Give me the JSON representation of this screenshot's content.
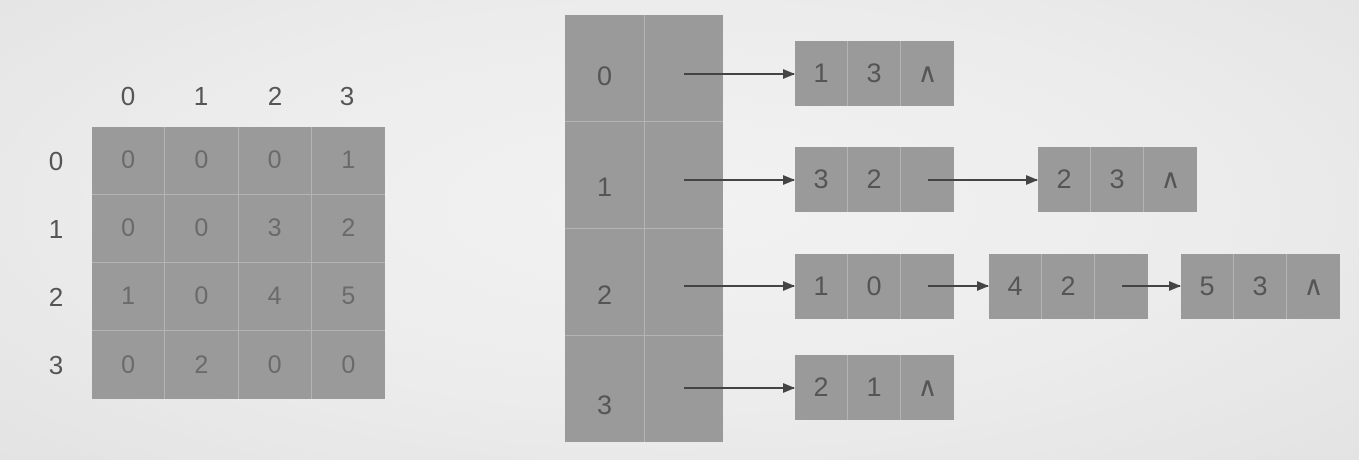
{
  "matrix": {
    "column_headers": [
      "0",
      "1",
      "2",
      "3"
    ],
    "row_headers": [
      "0",
      "1",
      "2",
      "3"
    ],
    "cells": [
      [
        "0",
        "0",
        "0",
        "1"
      ],
      [
        "0",
        "0",
        "3",
        "2"
      ],
      [
        "1",
        "0",
        "4",
        "5"
      ],
      [
        "0",
        "2",
        "0",
        "0"
      ]
    ]
  },
  "adjacency_list": {
    "heads": [
      "0",
      "1",
      "2",
      "3"
    ],
    "rows": [
      [
        {
          "vertex": "1",
          "weight": "3",
          "next": "∧"
        }
      ],
      [
        {
          "vertex": "3",
          "weight": "2",
          "next": ""
        },
        {
          "vertex": "2",
          "weight": "3",
          "next": "∧"
        }
      ],
      [
        {
          "vertex": "1",
          "weight": "0",
          "next": ""
        },
        {
          "vertex": "4",
          "weight": "2",
          "next": ""
        },
        {
          "vertex": "5",
          "weight": "3",
          "next": "∧"
        }
      ],
      [
        {
          "vertex": "2",
          "weight": "1",
          "next": "∧"
        }
      ]
    ]
  },
  "colors": {
    "cell_fill": "#9a9a9a",
    "grid_line": "#b4b4b4",
    "text": "#555555",
    "matrix_text": "#6a6a6a",
    "arrow": "#444444"
  }
}
